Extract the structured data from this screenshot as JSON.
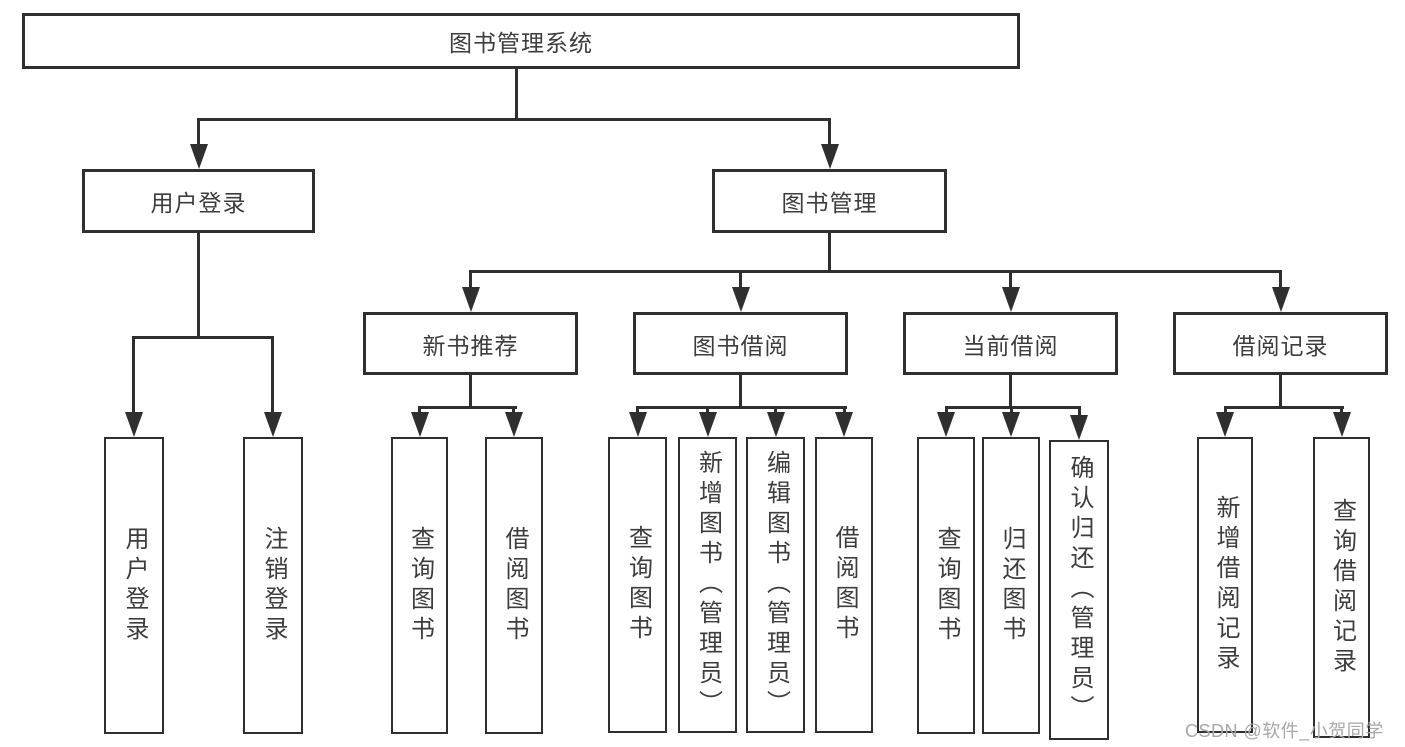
{
  "tree": {
    "root": {
      "label": "图书管理系统",
      "children": [
        {
          "label": "用户登录",
          "children": [
            {
              "label": "用户登录"
            },
            {
              "label": "注销登录"
            }
          ]
        },
        {
          "label": "图书管理",
          "children": [
            {
              "label": "新书推荐",
              "children": [
                {
                  "label": "查询图书"
                },
                {
                  "label": "借阅图书"
                }
              ]
            },
            {
              "label": "图书借阅",
              "children": [
                {
                  "label": "查询图书"
                },
                {
                  "label": "新增图书（管理员）"
                },
                {
                  "label": "编辑图书（管理员）"
                },
                {
                  "label": "借阅图书"
                }
              ]
            },
            {
              "label": "当前借阅",
              "children": [
                {
                  "label": "查询图书"
                },
                {
                  "label": "归还图书"
                },
                {
                  "label": "确认归还（管理员）"
                }
              ]
            },
            {
              "label": "借阅记录",
              "children": [
                {
                  "label": "新增借阅记录"
                },
                {
                  "label": "查询借阅记录"
                }
              ]
            }
          ]
        }
      ]
    }
  },
  "watermark": {
    "text": "CSDN @软件_小贺同学"
  },
  "colors": {
    "line": "#2f2f2f",
    "text": "#3d3d3d",
    "watermark": "#a8a8a8",
    "background": "#ffffff"
  }
}
